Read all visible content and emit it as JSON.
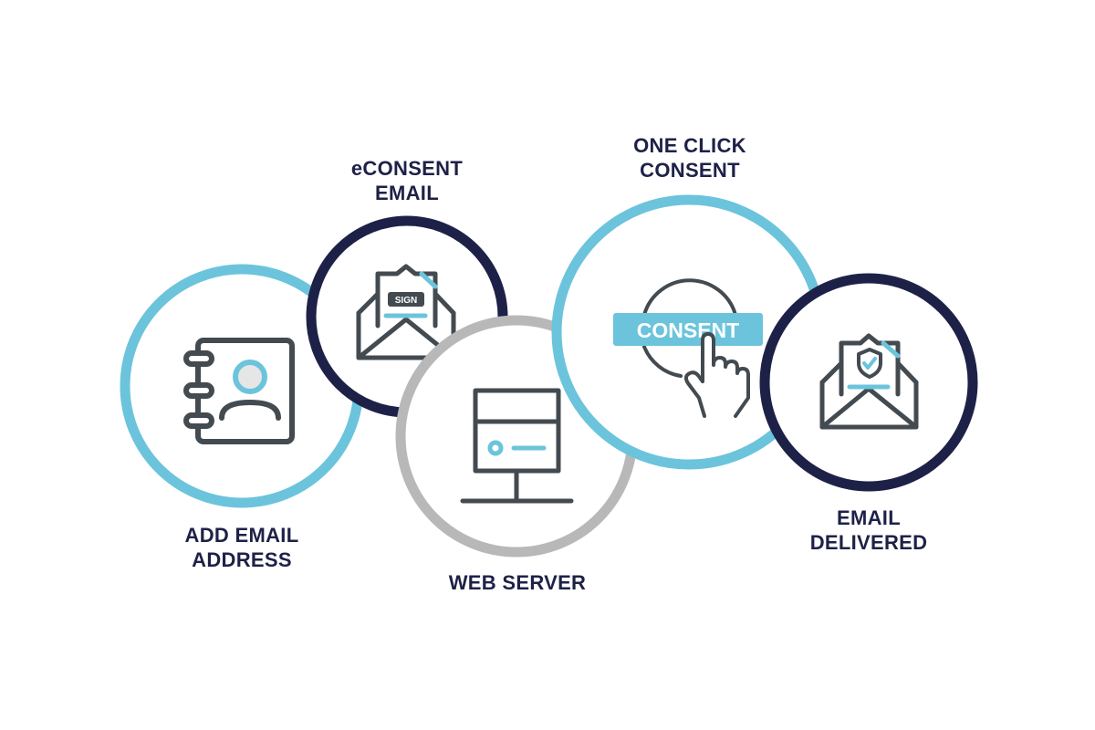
{
  "diagram": {
    "steps": [
      {
        "id": "add-email-address",
        "line1": "ADD EMAIL",
        "line2": "ADDRESS",
        "ring_color": "#6bc4dc",
        "icon": "address-book-icon"
      },
      {
        "id": "econsent-email",
        "line1": "eCONSENT",
        "line2": "EMAIL",
        "ring_color": "#1e2147",
        "icon": "envelope-sign-icon",
        "badge": "SIGN"
      },
      {
        "id": "web-server",
        "line1": "WEB SERVER",
        "line2": "",
        "ring_color": "#b8b8b8",
        "icon": "server-icon"
      },
      {
        "id": "one-click-consent",
        "line1": "ONE CLICK",
        "line2": "CONSENT",
        "ring_color": "#6bc4dc",
        "icon": "click-hand-icon",
        "button": "CONSENT"
      },
      {
        "id": "email-delivered",
        "line1": "EMAIL",
        "line2": "DELIVERED",
        "ring_color": "#1e2147",
        "icon": "envelope-shield-icon"
      }
    ],
    "colors": {
      "navy": "#1e2147",
      "light_blue": "#6bc4dc",
      "gray_ring": "#b8b8b8",
      "icon_stroke": "#434a50"
    }
  }
}
